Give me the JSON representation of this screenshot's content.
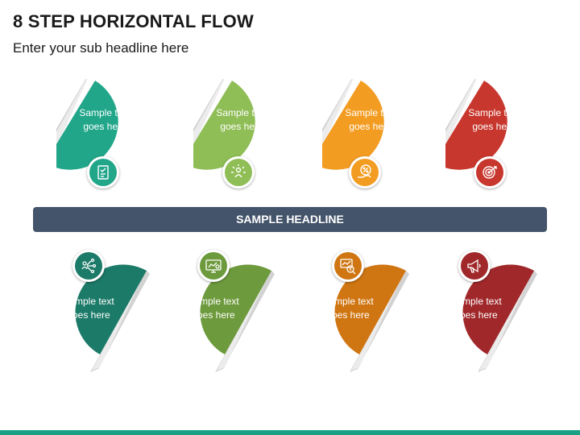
{
  "title": "8 STEP HORIZONTAL FLOW",
  "subtitle": "Enter your sub headline here",
  "headline": "SAMPLE HEADLINE",
  "colors": {
    "teal": "#21a68a",
    "green": "#8fbd56",
    "orange": "#f39c22",
    "red": "#c8372d",
    "dark_teal": "#1c7a68",
    "olive": "#6d9a3c",
    "amber": "#cf7612",
    "maroon": "#a0282a",
    "headline_bar": "#44546a",
    "footer_bar": "#1aa185"
  },
  "steps_top": [
    {
      "text_line1": "Sample text",
      "text_line2": "goes here",
      "icon": "checklist-icon",
      "color": "#21a68a"
    },
    {
      "text_line1": "Sample text",
      "text_line2": "goes here",
      "icon": "person-arrows-icon",
      "color": "#8fbd56"
    },
    {
      "text_line1": "Sample text",
      "text_line2": "goes here",
      "icon": "percent-hand-icon",
      "color": "#f39c22"
    },
    {
      "text_line1": "Sample text",
      "text_line2": "goes here",
      "icon": "target-icon",
      "color": "#c8372d"
    }
  ],
  "steps_bottom": [
    {
      "text_line1": "Sample text",
      "text_line2": "goes here",
      "icon": "network-person-icon",
      "color": "#1c7a68"
    },
    {
      "text_line1": "Sample text",
      "text_line2": "goes here",
      "icon": "dashboard-icon",
      "color": "#6d9a3c"
    },
    {
      "text_line1": "Sample text",
      "text_line2": "goes here",
      "icon": "money-analysis-icon",
      "color": "#cf7612"
    },
    {
      "text_line1": "Sample text",
      "text_line2": "goes here",
      "icon": "megaphone-icon",
      "color": "#a0282a"
    }
  ]
}
